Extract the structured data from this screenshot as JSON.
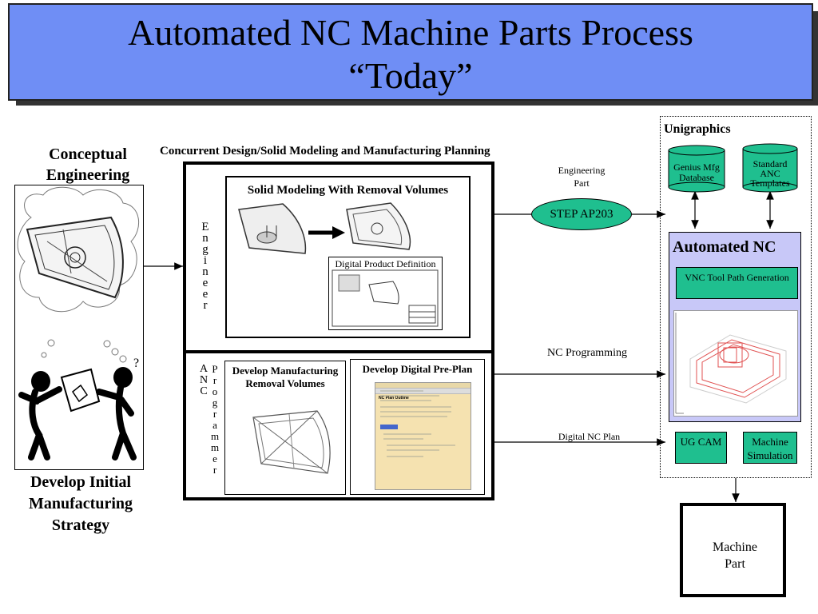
{
  "slide": {
    "title_line1": "Automated NC Machine Parts Process",
    "title_line2": "“Today”"
  },
  "left": {
    "heading": "Conceptual Engineering",
    "footer": "Develop Initial Manufacturing Strategy",
    "question_mark": "?"
  },
  "center": {
    "heading": "Concurrent Design/Solid Modeling and Manufacturing Planning",
    "solid_modeling": "Solid Modeling With Removal Volumes",
    "digital_product": "Digital Product Definition",
    "engineer_letters": [
      "E",
      "n",
      "g",
      "i",
      "n",
      "e",
      "e",
      "r"
    ],
    "anc_letters": [
      "A",
      "N",
      "C"
    ],
    "programmer_letters": [
      "P",
      "r",
      "o",
      "g",
      "r",
      "a",
      "m",
      "m",
      "e",
      "r"
    ],
    "dev_mfg": "Develop Manufacturing Removal Volumes",
    "dev_preplan": "Develop Digital Pre-Plan",
    "plan_doc_title": "NC Plan Outline"
  },
  "flows": {
    "engineering_part": "Engineering Part",
    "step": "STEP AP203",
    "nc_programming": "NC Programming",
    "digital_nc_plan": "Digital NC Plan"
  },
  "right": {
    "unigraphics": "Unigraphics",
    "genius": "Genius Mfg Database",
    "standard": "Standard ANC Templates",
    "automated_nc": "Automated NC",
    "vnc": "VNC Tool Path Generation",
    "ug_cam": "UG CAM",
    "machine_sim": "Machine Simulation",
    "machine_part": "Machine Part"
  },
  "colors": {
    "title_bg": "#6f8ef5",
    "green": "#1fbf8f",
    "automated_bg": "#c8c8f8"
  }
}
